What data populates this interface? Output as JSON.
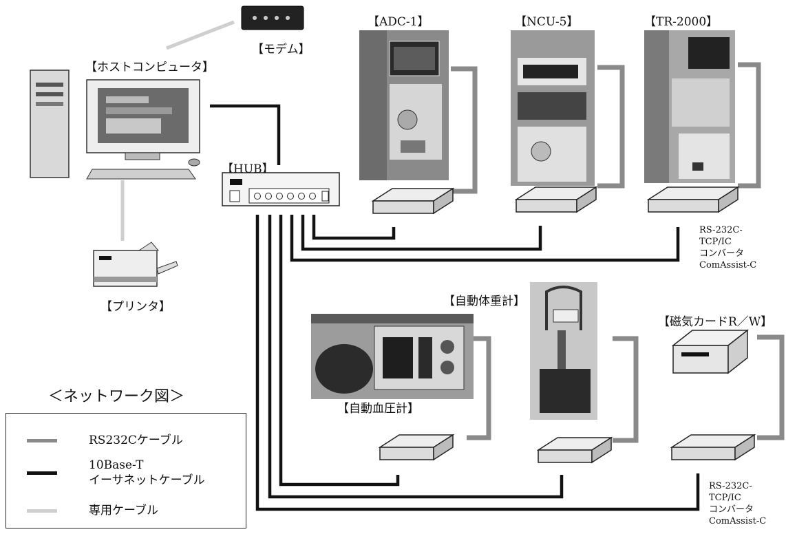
{
  "colors": {
    "rs232c_cable": "#8a8a8a",
    "ethernet_cable": "#111111",
    "dedicated_cable": "#cfcfcf"
  },
  "labels": {
    "modem": "【モデム】",
    "host": "【ホストコンピュータ】",
    "hub": "【HUB】",
    "printer": "【プリンタ】",
    "adc": "【ADC-1】",
    "ncu": "【NCU-5】",
    "tr": "【TR-2000】",
    "weight_scale": "【自動体重計】",
    "blood_pressure": "【自動血圧計】",
    "card_rw": "【磁気カードR／W】"
  },
  "converter_top": [
    "RS-232C-",
    "TCP/IC",
    "コンバータ",
    "ComAssist-C"
  ],
  "converter_bottom": [
    "RS-232C-",
    "TCP/IC",
    "コンバータ",
    "ComAssist-C"
  ],
  "network_title": "＜ネットワーク図＞",
  "legend": [
    {
      "label": "RS232Cケーブル",
      "color": "#8a8a8a"
    },
    {
      "label": "10Base-T\nイーサネットケーブル",
      "color": "#111111"
    },
    {
      "label": "専用ケーブル",
      "color": "#cfcfcf"
    }
  ]
}
